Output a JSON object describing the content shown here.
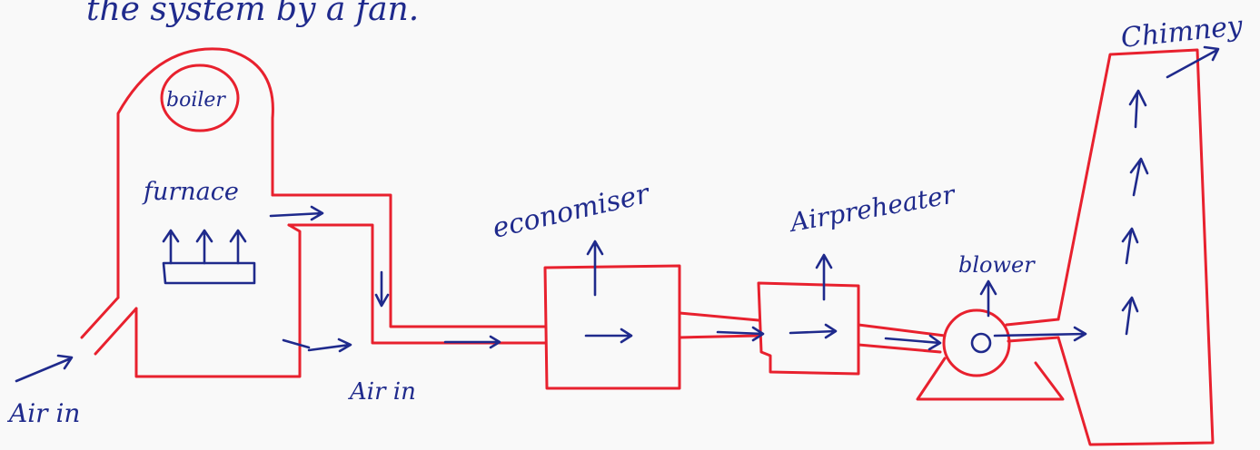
{
  "heading": "the system by a fan.",
  "labels": {
    "boiler": "boiler",
    "furnace": "furnace",
    "economiser": "economiser",
    "air_preheater": "Airpreheater",
    "blower": "blower",
    "chimney": "Chimney",
    "air_in_left": "Air in",
    "air_in_right": "Air in"
  },
  "colors": {
    "equipment_outline": "#e8212e",
    "flow_ink": "#1f2a8c",
    "paper": "#f9f9f9"
  }
}
